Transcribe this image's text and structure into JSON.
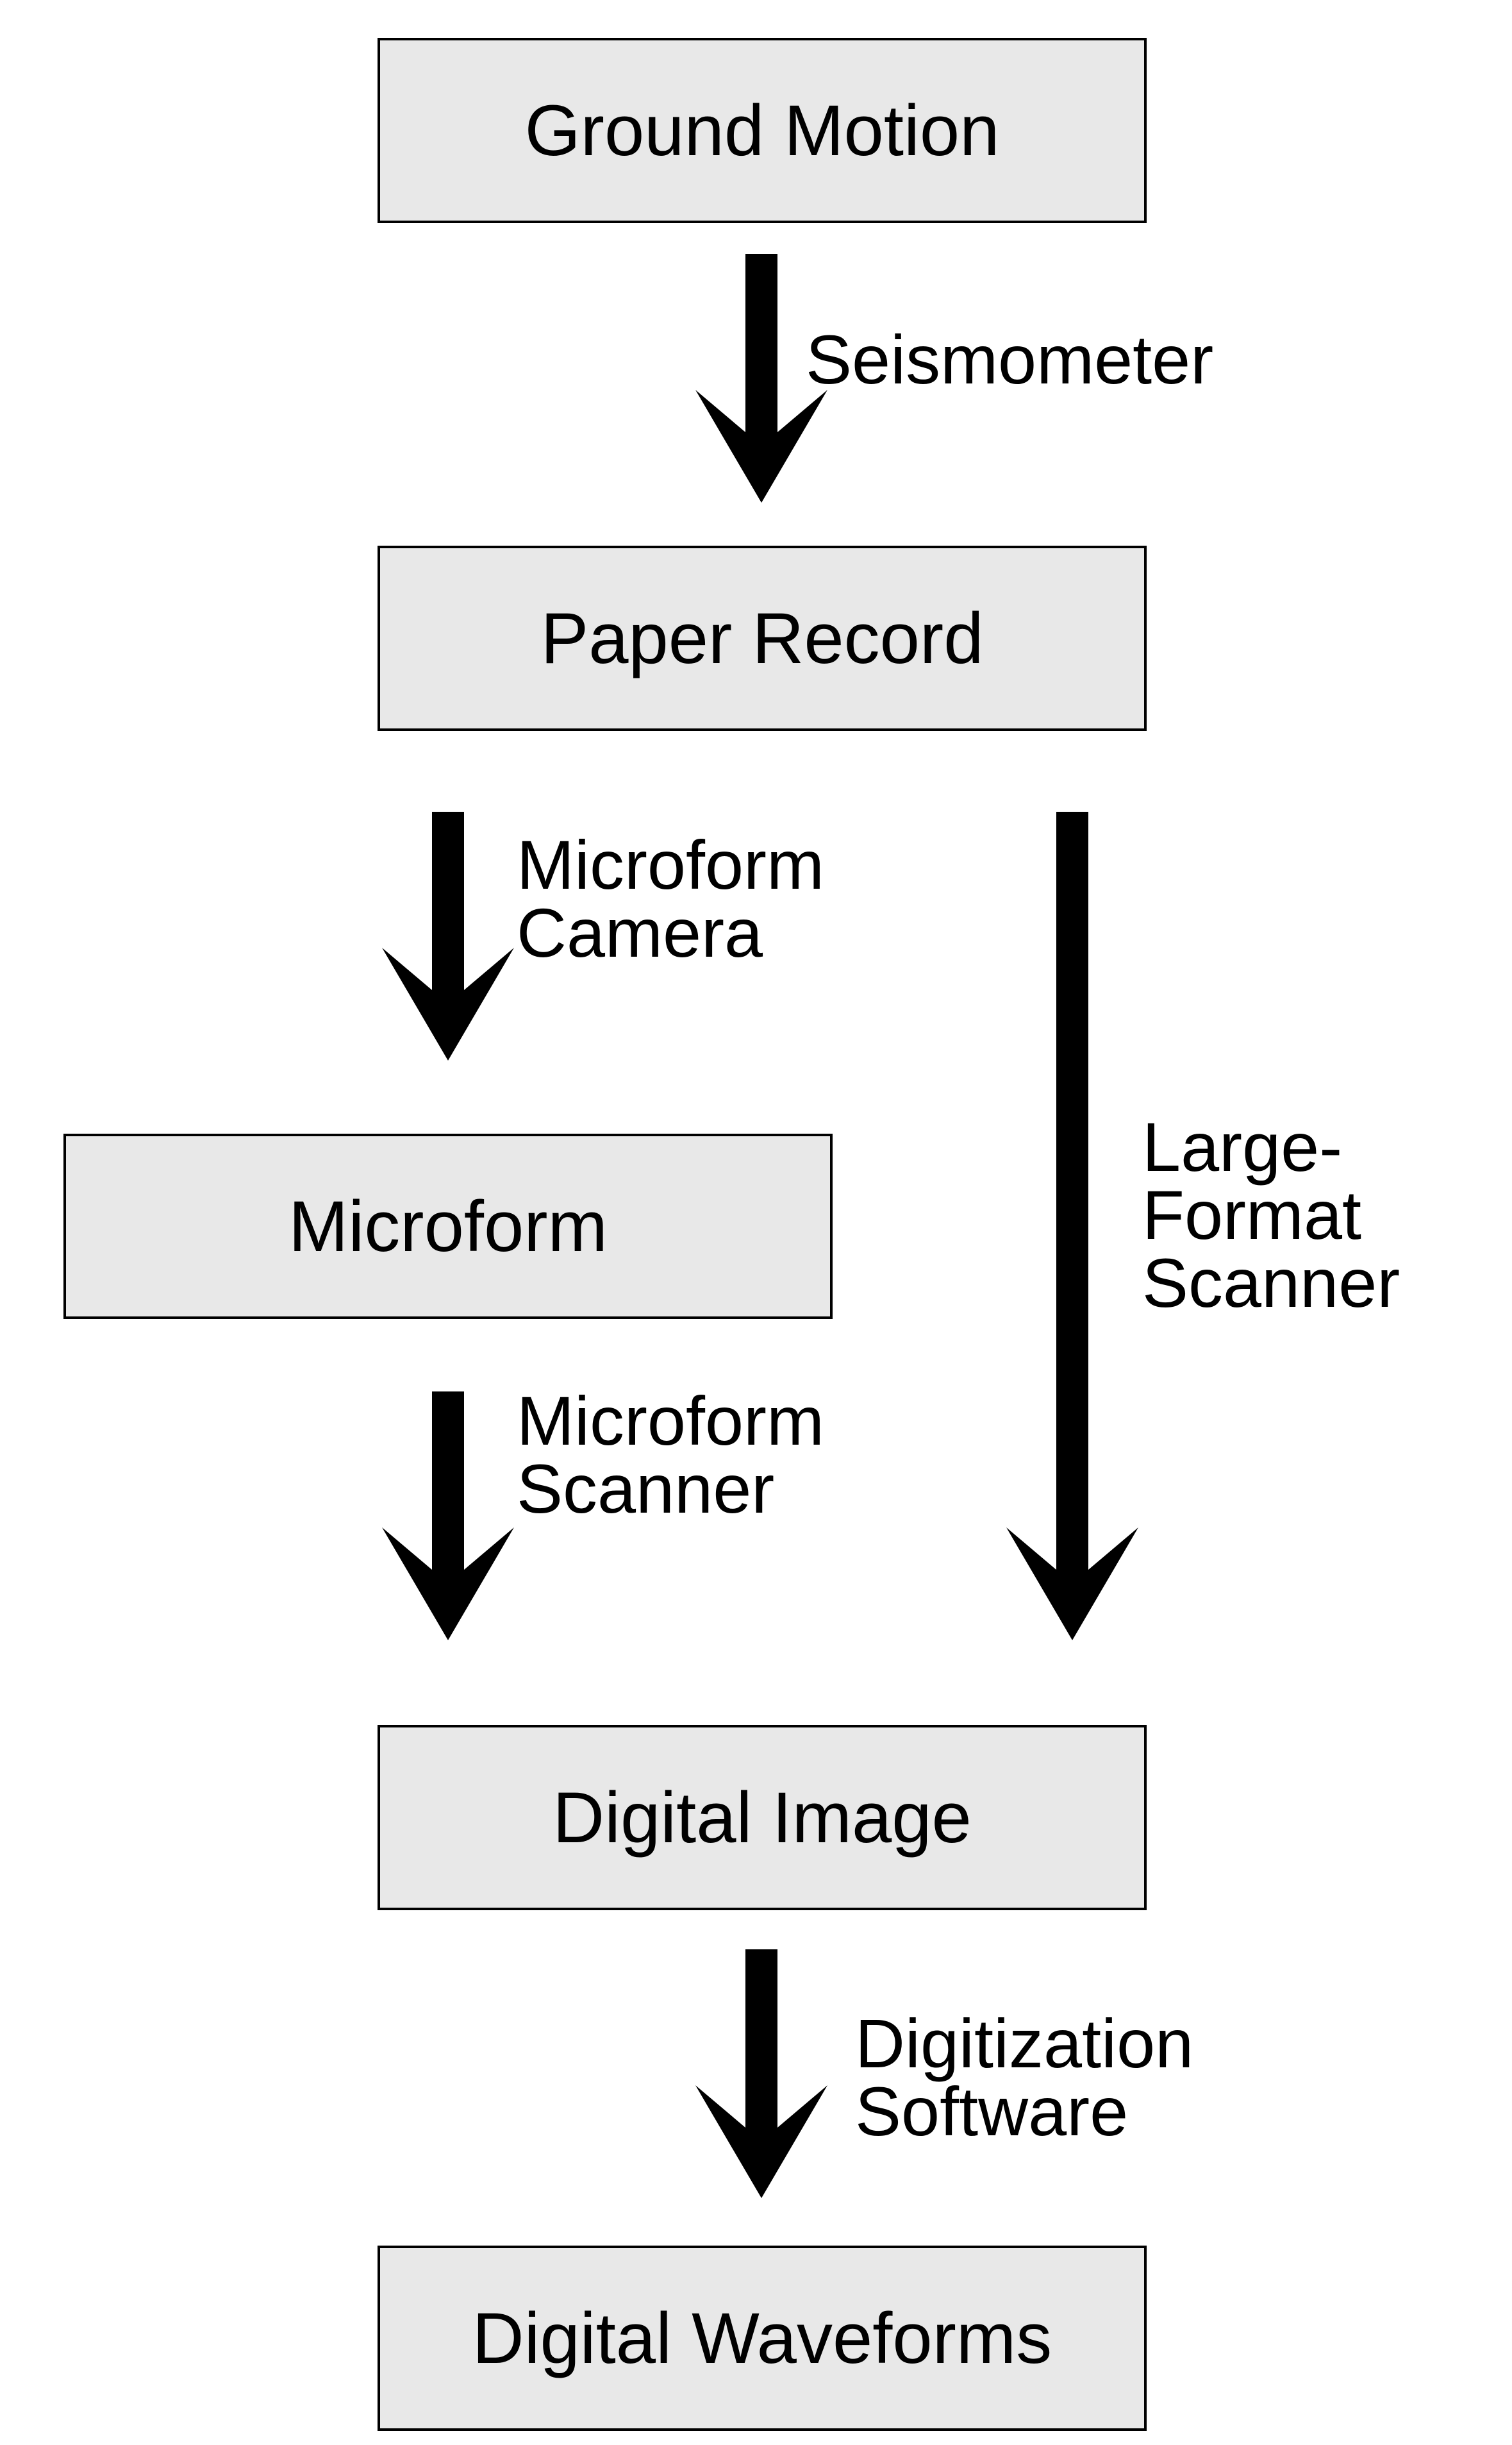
{
  "colors": {
    "box_fill": "#e8e8e8",
    "stroke": "#000000"
  },
  "nodes": {
    "ground_motion": "Ground Motion",
    "paper_record": "Paper Record",
    "microform": "Microform",
    "digital_image": "Digital Image",
    "digital_waveforms": "Digital Waveforms"
  },
  "edges": {
    "seismometer": [
      "Seismometer"
    ],
    "microform_camera": [
      "Microform",
      "Camera"
    ],
    "microform_scanner": [
      "Microform",
      "Scanner"
    ],
    "large_format_scanner": [
      "Large-",
      "Format",
      "Scanner"
    ],
    "digitization_software": [
      "Digitization",
      "Software"
    ]
  }
}
